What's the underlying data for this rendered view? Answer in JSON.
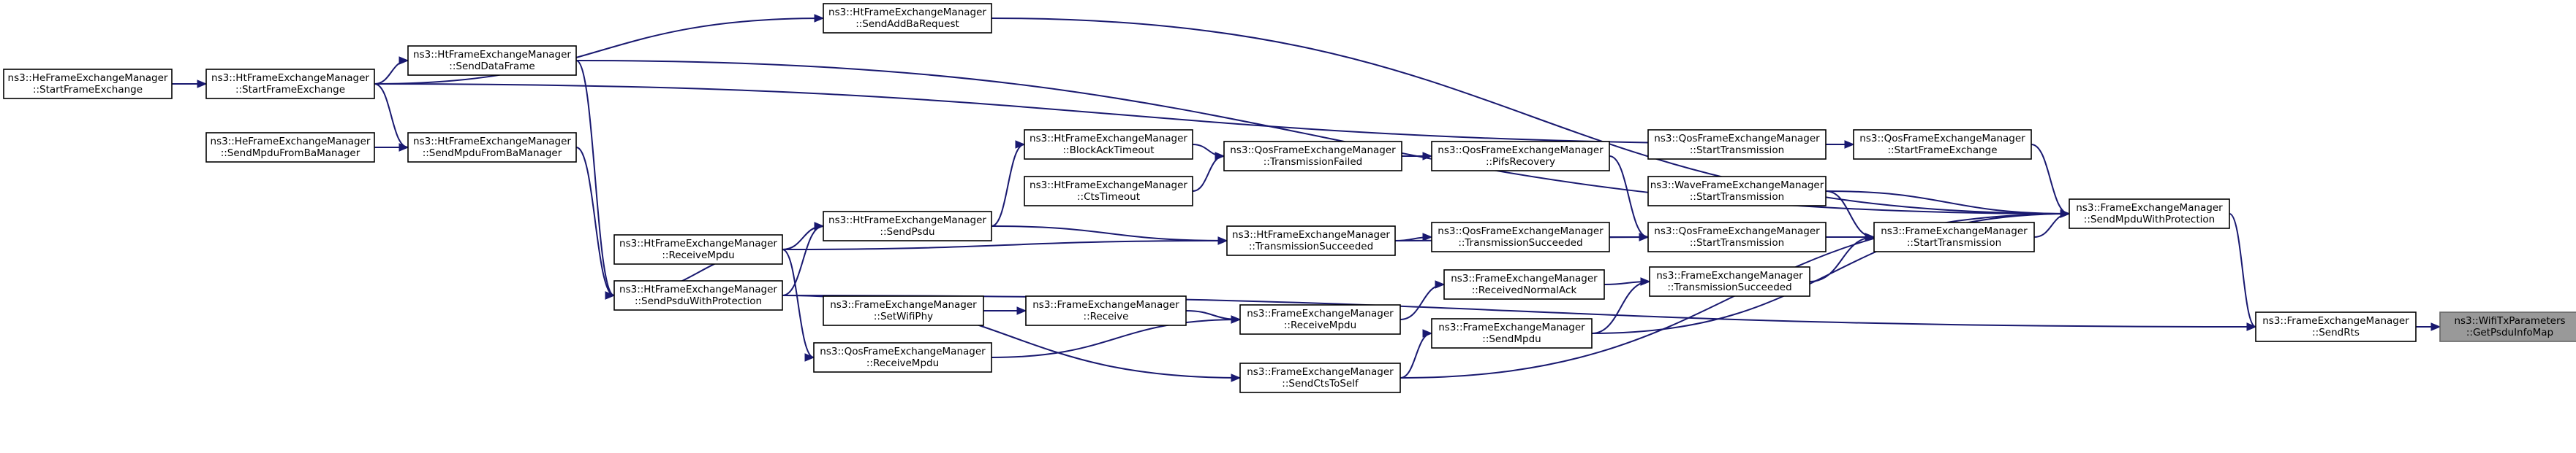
{
  "nodes": [
    {
      "id": "root",
      "lines": [
        "ns3::WifiTxParameters",
        "::GetPsduInfoMap"
      ],
      "highlight": true
    },
    {
      "id": "sendrts",
      "lines": [
        "ns3::FrameExchangeManager",
        "::SendRts"
      ]
    },
    {
      "id": "sendmpduwp",
      "lines": [
        "ns3::FrameExchangeManager",
        "::SendMpduWithProtection"
      ]
    },
    {
      "id": "starttx",
      "lines": [
        "ns3::FrameExchangeManager",
        "::StartTransmission"
      ]
    },
    {
      "id": "qos_sfe",
      "lines": [
        "ns3::QosFrameExchangeManager",
        "::StartFrameExchange"
      ]
    },
    {
      "id": "qos_stx2",
      "lines": [
        "ns3::QosFrameExchangeManager",
        "::StartTransmission"
      ]
    },
    {
      "id": "wave_stx",
      "lines": [
        "ns3::WaveFrameExchangeManager",
        "::StartTransmission"
      ]
    },
    {
      "id": "fem_txsucc",
      "lines": [
        "ns3::FrameExchangeManager",
        "::TransmissionSucceeded"
      ]
    },
    {
      "id": "qos_stx",
      "lines": [
        "ns3::QosFrameExchangeManager",
        "::StartTransmission"
      ]
    },
    {
      "id": "qos_pifs",
      "lines": [
        "ns3::QosFrameExchangeManager",
        "::PifsRecovery"
      ]
    },
    {
      "id": "qos_txsucc",
      "lines": [
        "ns3::QosFrameExchangeManager",
        "::TransmissionSucceeded"
      ]
    },
    {
      "id": "ht_txsucc",
      "lines": [
        "ns3::HtFrameExchangeManager",
        "::TransmissionSucceeded"
      ]
    },
    {
      "id": "qos_txfail",
      "lines": [
        "ns3::QosFrameExchangeManager",
        "::TransmissionFailed"
      ]
    },
    {
      "id": "ht_bat",
      "lines": [
        "ns3::HtFrameExchangeManager",
        "::BlockAckTimeout"
      ]
    },
    {
      "id": "ht_cts",
      "lines": [
        "ns3::HtFrameExchangeManager",
        "::CtsTimeout"
      ]
    },
    {
      "id": "ht_sendpsdu",
      "lines": [
        "ns3::HtFrameExchangeManager",
        "::SendPsdu"
      ]
    },
    {
      "id": "ht_recvmpdu",
      "lines": [
        "ns3::HtFrameExchangeManager",
        "::ReceiveMpdu"
      ]
    },
    {
      "id": "ht_spwp",
      "lines": [
        "ns3::HtFrameExchangeManager",
        "::SendPsduWithProtection"
      ]
    },
    {
      "id": "ht_smfba",
      "lines": [
        "ns3::HtFrameExchangeManager",
        "::SendMpduFromBaManager"
      ]
    },
    {
      "id": "he_smfba",
      "lines": [
        "ns3::HeFrameExchangeManager",
        "::SendMpduFromBaManager"
      ]
    },
    {
      "id": "ht_sfe",
      "lines": [
        "ns3::HtFrameExchangeManager",
        "::StartFrameExchange"
      ]
    },
    {
      "id": "he_sfe",
      "lines": [
        "ns3::HeFrameExchangeManager",
        "::StartFrameExchange"
      ]
    },
    {
      "id": "ht_sdf",
      "lines": [
        "ns3::HtFrameExchangeManager",
        "::SendDataFrame"
      ]
    },
    {
      "id": "ht_saddba",
      "lines": [
        "ns3::HtFrameExchangeManager",
        "::SendAddBaRequest"
      ]
    },
    {
      "id": "fem_sendmpdu",
      "lines": [
        "ns3::FrameExchangeManager",
        "::SendMpdu"
      ]
    },
    {
      "id": "fem_rna",
      "lines": [
        "ns3::FrameExchangeManager",
        "::ReceivedNormalAck"
      ]
    },
    {
      "id": "fem_recvmpdu",
      "lines": [
        "ns3::FrameExchangeManager",
        "::ReceiveMpdu"
      ]
    },
    {
      "id": "fem_receive",
      "lines": [
        "ns3::FrameExchangeManager",
        "::Receive"
      ]
    },
    {
      "id": "fem_setwifiphy",
      "lines": [
        "ns3::FrameExchangeManager",
        "::SetWifiPhy"
      ]
    },
    {
      "id": "qos_recvmpdu",
      "lines": [
        "ns3::QosFrameExchangeManager",
        "::ReceiveMpdu"
      ]
    },
    {
      "id": "fem_scts",
      "lines": [
        "ns3::FrameExchangeManager",
        "::SendCtsToSelf"
      ]
    }
  ],
  "edges": [
    {
      "from": "sendrts",
      "to": "root"
    },
    {
      "from": "sendmpduwp",
      "to": "sendrts"
    },
    {
      "from": "ht_spwp",
      "to": "sendrts"
    },
    {
      "from": "starttx",
      "to": "sendmpduwp"
    },
    {
      "from": "qos_sfe",
      "to": "sendmpduwp"
    },
    {
      "from": "wave_stx",
      "to": "sendmpduwp"
    },
    {
      "from": "fem_sendmpdu",
      "to": "sendmpduwp"
    },
    {
      "from": "ht_saddba",
      "to": "sendmpduwp"
    },
    {
      "from": "ht_sdf",
      "to": "sendmpduwp"
    },
    {
      "from": "fem_scts",
      "to": "sendmpduwp"
    },
    {
      "from": "qos_stx",
      "to": "starttx"
    },
    {
      "from": "fem_txsucc",
      "to": "starttx"
    },
    {
      "from": "wave_stx",
      "to": "starttx"
    },
    {
      "from": "qos_stx2",
      "to": "qos_sfe"
    },
    {
      "from": "ht_sfe",
      "to": "qos_sfe"
    },
    {
      "from": "qos_pifs",
      "to": "qos_stx"
    },
    {
      "from": "qos_txsucc",
      "to": "qos_stx"
    },
    {
      "from": "ht_txsucc",
      "to": "qos_stx"
    },
    {
      "from": "fem_rna",
      "to": "fem_txsucc"
    },
    {
      "from": "fem_sendmpdu",
      "to": "fem_txsucc"
    },
    {
      "from": "qos_txfail",
      "to": "qos_pifs"
    },
    {
      "from": "ht_txsucc",
      "to": "qos_txsucc"
    },
    {
      "from": "ht_sendpsdu",
      "to": "ht_txsucc"
    },
    {
      "from": "ht_recvmpdu",
      "to": "ht_txsucc"
    },
    {
      "from": "ht_bat",
      "to": "qos_txfail"
    },
    {
      "from": "ht_cts",
      "to": "qos_txfail"
    },
    {
      "from": "ht_sendpsdu",
      "to": "ht_bat"
    },
    {
      "from": "ht_recvmpdu",
      "to": "ht_sendpsdu"
    },
    {
      "from": "ht_spwp",
      "to": "ht_sendpsdu"
    },
    {
      "from": "ht_recvmpdu",
      "to": "ht_spwp"
    },
    {
      "from": "ht_smfba",
      "to": "ht_spwp"
    },
    {
      "from": "ht_sdf",
      "to": "ht_spwp"
    },
    {
      "from": "he_smfba",
      "to": "ht_smfba"
    },
    {
      "from": "ht_sfe",
      "to": "ht_smfba"
    },
    {
      "from": "he_sfe",
      "to": "ht_sfe"
    },
    {
      "from": "ht_sfe",
      "to": "ht_sdf"
    },
    {
      "from": "ht_sfe",
      "to": "ht_saddba"
    },
    {
      "from": "fem_recvmpdu",
      "to": "fem_rna"
    },
    {
      "from": "fem_receive",
      "to": "fem_recvmpdu"
    },
    {
      "from": "qos_recvmpdu",
      "to": "fem_recvmpdu"
    },
    {
      "from": "fem_setwifiphy",
      "to": "fem_receive"
    },
    {
      "from": "ht_recvmpdu",
      "to": "qos_recvmpdu"
    },
    {
      "from": "fem_scts",
      "to": "fem_sendmpdu"
    },
    {
      "from": "ht_spwp",
      "to": "fem_scts"
    }
  ]
}
